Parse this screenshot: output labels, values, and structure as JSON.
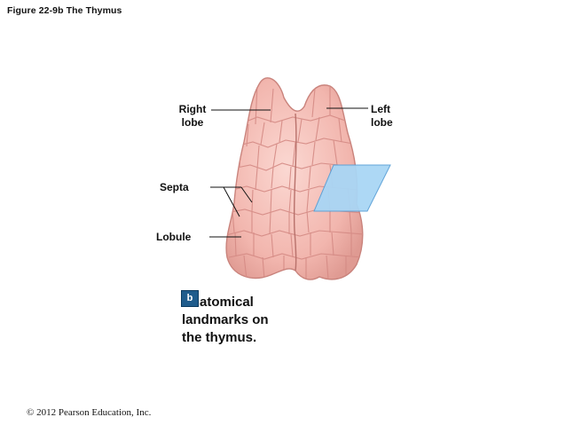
{
  "figure_title": "Figure 22-9b  The Thymus",
  "labels": {
    "right_lobe": [
      "Right",
      "lobe"
    ],
    "left_lobe": [
      "Left",
      "lobe"
    ],
    "septa": "Septa",
    "lobule": "Lobule"
  },
  "caption": {
    "badge": "b",
    "lines": [
      "Anatomical",
      "landmarks on",
      "the thymus."
    ]
  },
  "copyright": "© 2012 Pearson Education, Inc.",
  "colors": {
    "tissue": "#f2b6ae",
    "tissue_dark": "#d88f88",
    "septa_line": "#c47a76",
    "plane": "#a9d6f5",
    "plane_border": "#5aa0d6",
    "badge": "#1f5c8c"
  }
}
